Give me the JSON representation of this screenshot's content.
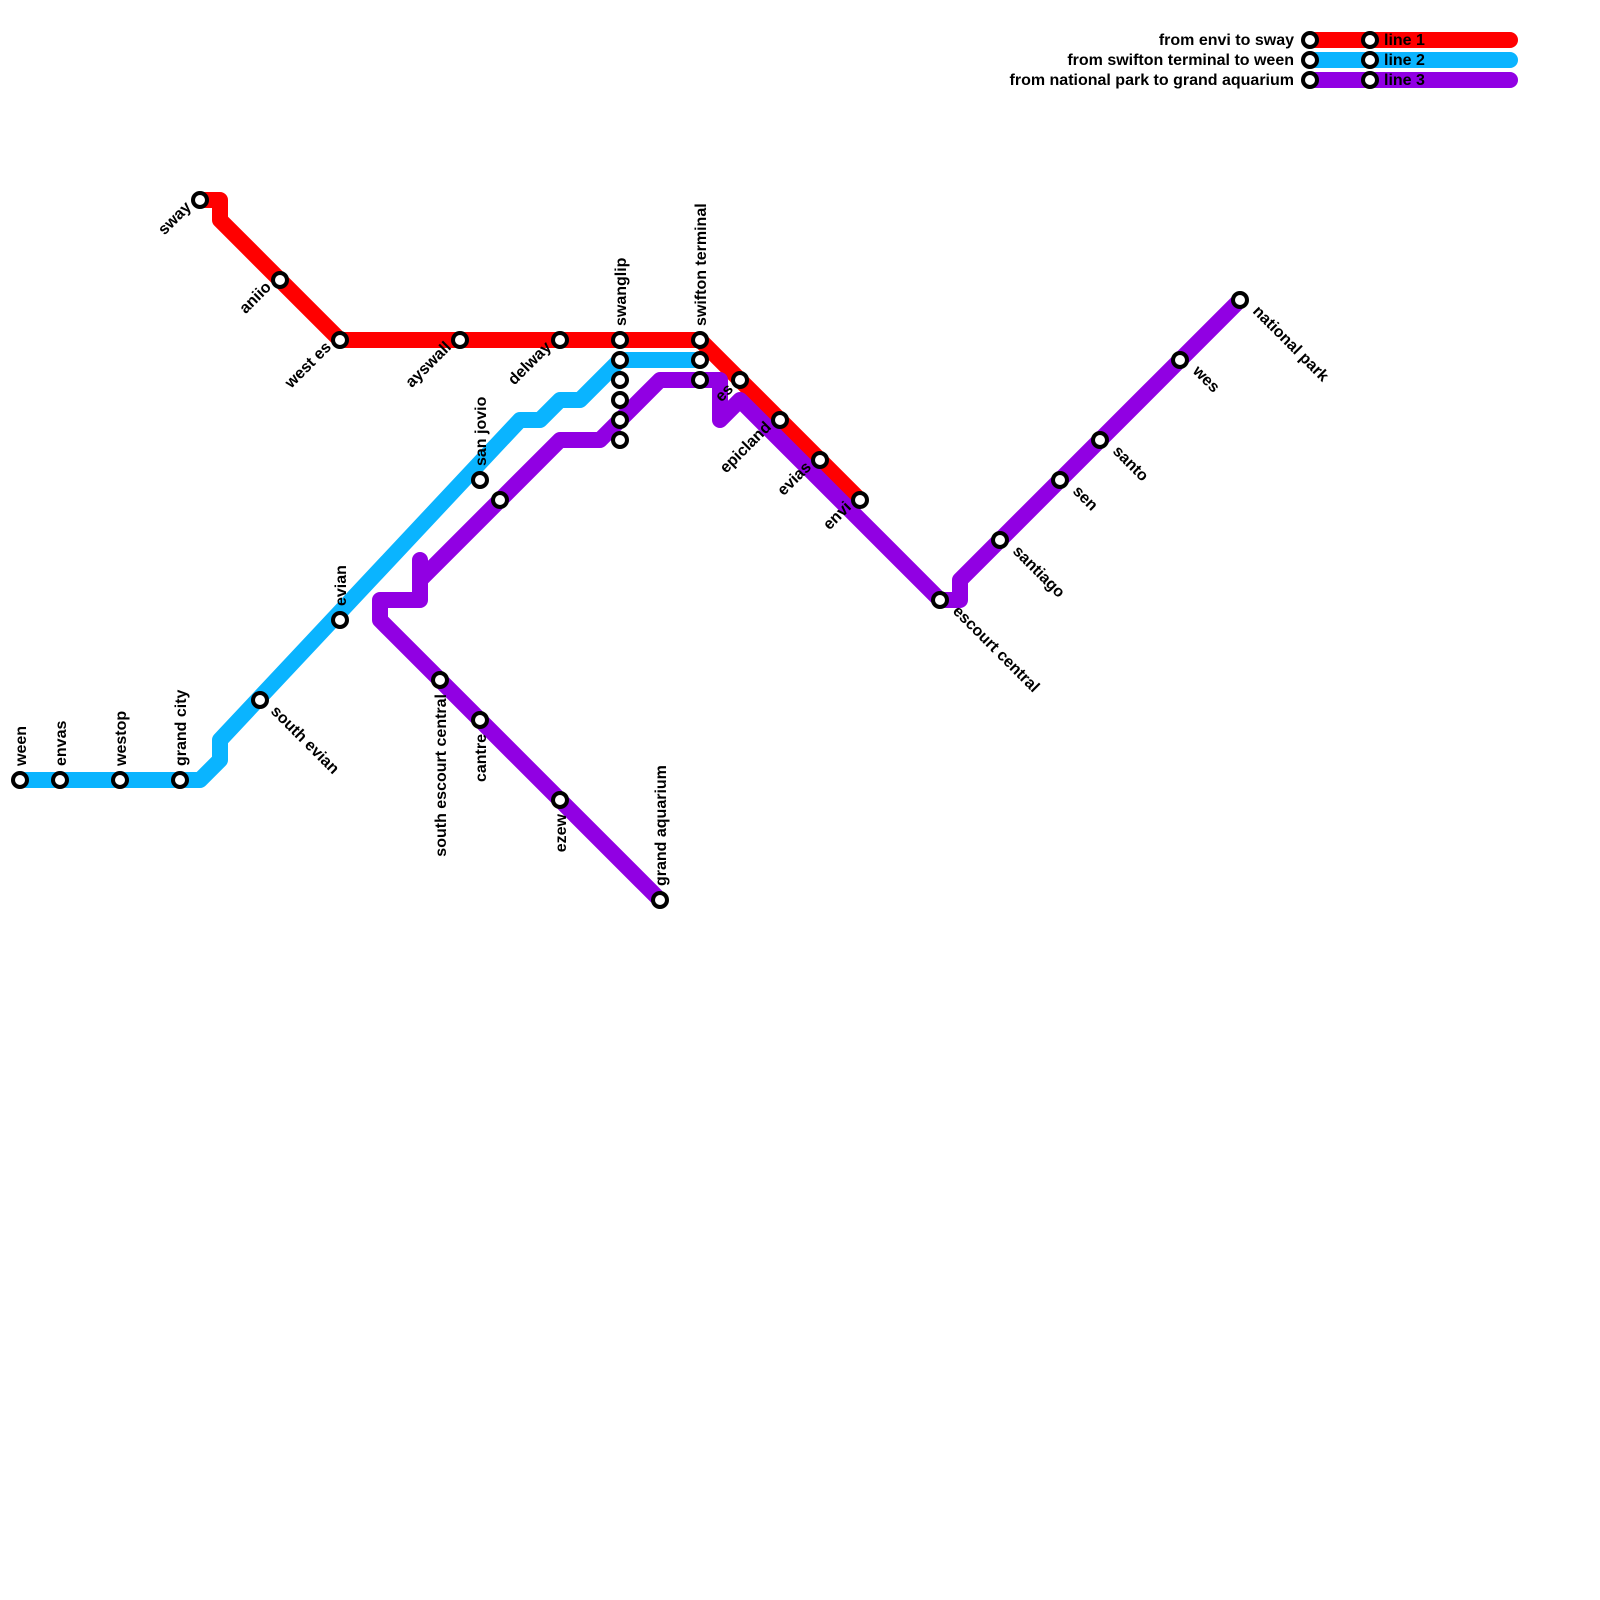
{
  "lines": [
    {
      "id": "line1",
      "name": "line 1",
      "direction": "from envi to sway",
      "color": "#ff0000"
    },
    {
      "id": "line2",
      "name": "line 2",
      "direction": "from swifton terminal to ween",
      "color": "#0ab4ff"
    },
    {
      "id": "line3",
      "name": "line 3",
      "direction": "from national park to grand aquarium",
      "color": "#9100e3"
    }
  ],
  "stations": {
    "sway": "sway",
    "aniio": "aniio",
    "west_es": "west es",
    "ayswall": "ayswall",
    "delway": "delway",
    "swanglip": "swanglip",
    "swifton_terminal": "swifton terminal",
    "es": "es",
    "epicland": "epicland",
    "evias": "evias",
    "envi": "envi",
    "san_jovio": "san jovio",
    "evian": "evian",
    "south_evian": "south evian",
    "grand_city": "grand city",
    "westop": "westop",
    "envas": "envas",
    "ween": "ween",
    "national_park": "national park",
    "wes": "wes",
    "santo": "santo",
    "sen": "sen",
    "santiago": "santiago",
    "escourt_central": "escourt central",
    "south_escourt_central": "south escourt central",
    "cantre": "cantre",
    "ezew": "ezew",
    "grand_aquarium": "grand aquarium"
  }
}
